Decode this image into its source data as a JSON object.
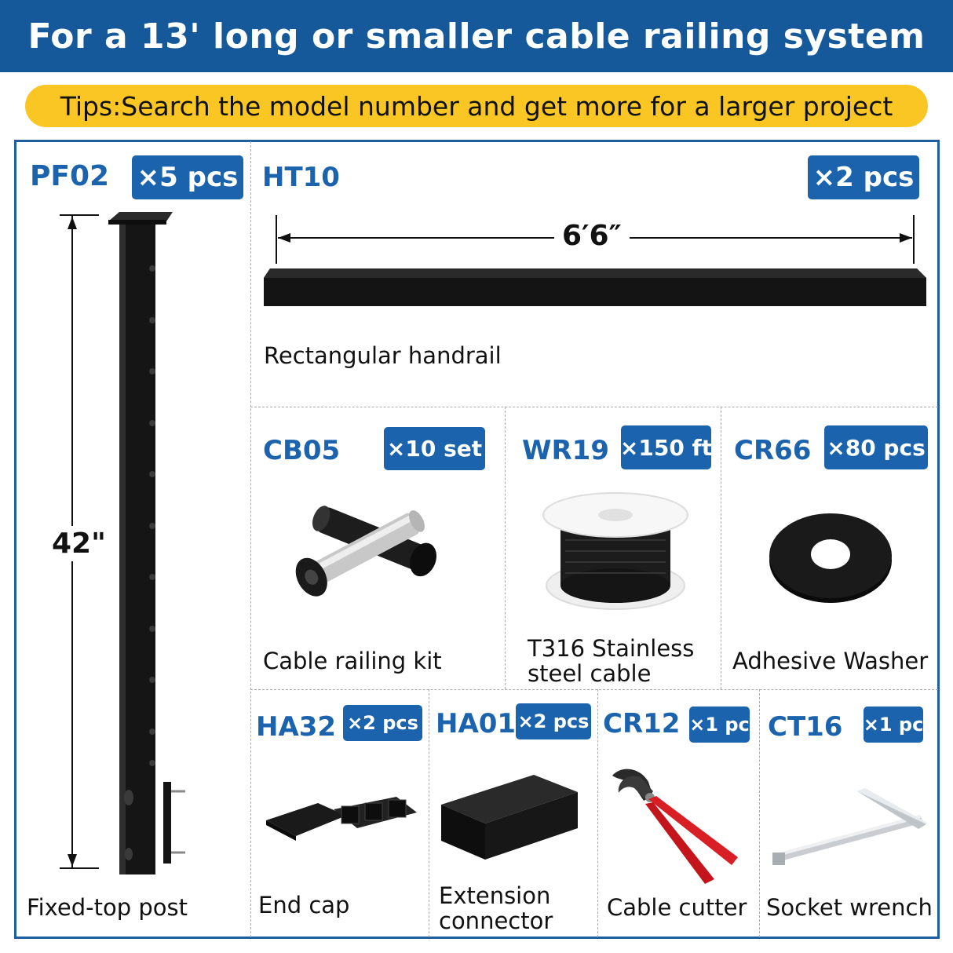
{
  "header": {
    "title": "For a 13' long or smaller cable railing system"
  },
  "tip": {
    "text": "Tips:Search the model number and get more for a larger project"
  },
  "colors": {
    "brand_blue": "#1b64ad",
    "header_blue": "#15599a",
    "tip_yellow": "#f9c623"
  },
  "items": {
    "pf02": {
      "code": "PF02",
      "qty": "×5 pcs",
      "label": "Fixed-top post",
      "dimension": "42\""
    },
    "ht10": {
      "code": "HT10",
      "qty": "×2 pcs",
      "label": "Rectangular handrail",
      "dimension": "6′6″"
    },
    "cb05": {
      "code": "CB05",
      "qty": "×10 set",
      "label": "Cable railing kit"
    },
    "wr19": {
      "code": "WR19",
      "qty": "×150 ft",
      "label_line1": "T316 Stainless",
      "label_line2": "steel cable"
    },
    "cr66": {
      "code": "CR66",
      "qty": "×80 pcs",
      "label": "Adhesive Washer"
    },
    "ha32": {
      "code": "HA32",
      "qty": "×2 pcs",
      "label": "End cap"
    },
    "ha01": {
      "code": "HA01",
      "qty": "×2 pcs",
      "label_line1": "Extension",
      "label_line2": "connector"
    },
    "cr12": {
      "code": "CR12",
      "qty": "×1 pc",
      "label": "Cable cutter"
    },
    "ct16": {
      "code": "CT16",
      "qty": "×1 pc",
      "label": "Socket wrench"
    }
  }
}
